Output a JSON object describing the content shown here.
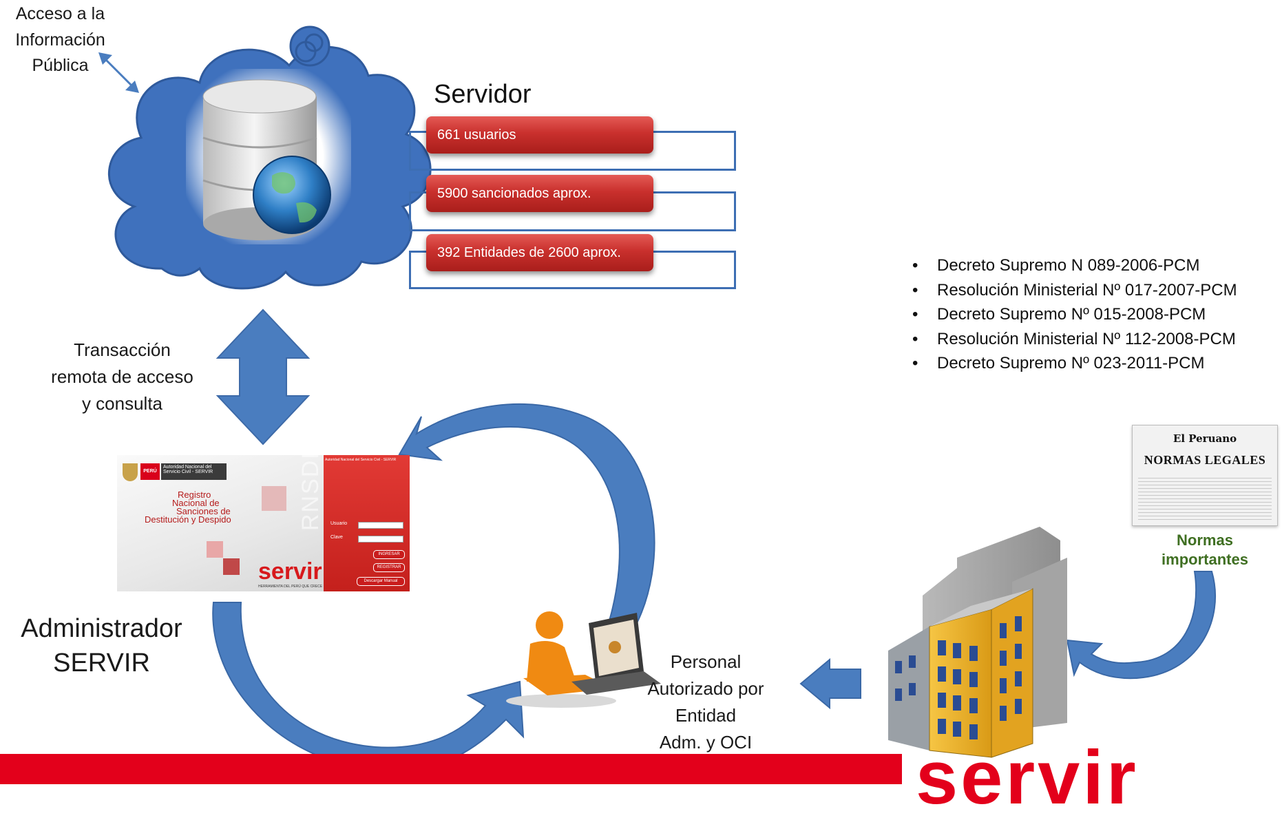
{
  "header_labels": {
    "acceso_line1": "Acceso a la",
    "acceso_line2": "Información",
    "acceso_line3": "Pública",
    "servidor": "Servidor",
    "transaccion_line1": "Transacción",
    "transaccion_line2": "remota de acceso",
    "transaccion_line3": "y consulta",
    "admin_line1": "Administrador",
    "admin_line2": "SERVIR",
    "personal_line1": "Personal",
    "personal_line2": "Autorizado por",
    "personal_line3": "Entidad",
    "personal_line4": "Adm. y OCI"
  },
  "server_stats": [
    {
      "label": "661 usuarios"
    },
    {
      "label": "5900 sancionados aprox."
    },
    {
      "label": "392 Entidades de 2600 aprox."
    }
  ],
  "legal_norms": [
    "Decreto Supremo N 089-2006-PCM",
    "Resolución Ministerial Nº 017-2007-PCM",
    "Decreto Supremo Nº 015-2008-PCM",
    "Resolución Ministerial Nº 112-2008-PCM",
    "Decreto Supremo Nº 023-2011-PCM"
  ],
  "bullet_char": "•",
  "login_screen": {
    "peru": "PERÚ",
    "entity_line1": "Autoridad Nacional del",
    "entity_line2": "Servicio Civil - SERVIR",
    "title_line1": "Registro",
    "title_line2": "Nacional de",
    "title_line3": "Sanciones de",
    "title_line4": "Destitución y Despido",
    "brand_vertical": "RNSDD",
    "header_right": "Autoridad Nacional del Servicio Civil - SERVIR",
    "usuario_label": "Usuario",
    "clave_label": "Clave",
    "ingresar_btn": "INGRESAR",
    "registrar_btn": "REGISTRAR",
    "manual_btn": "Descargar Manual",
    "logo": "servir",
    "logo_tagline": "HERRAMIENTA DEL PERÚ QUE CRECE"
  },
  "newspaper": {
    "masthead": "El Peruano",
    "section": "NORMAS LEGALES",
    "caption_line1": "Normas",
    "caption_line2": "importantes"
  },
  "footer_logo": "servir",
  "colors": {
    "arrow_blue": "#4a7dbf",
    "outline_blue": "#3d6eb3",
    "stat_red": "#c9302d",
    "brand_red": "#e3001b",
    "caption_green": "#3f6f22"
  }
}
